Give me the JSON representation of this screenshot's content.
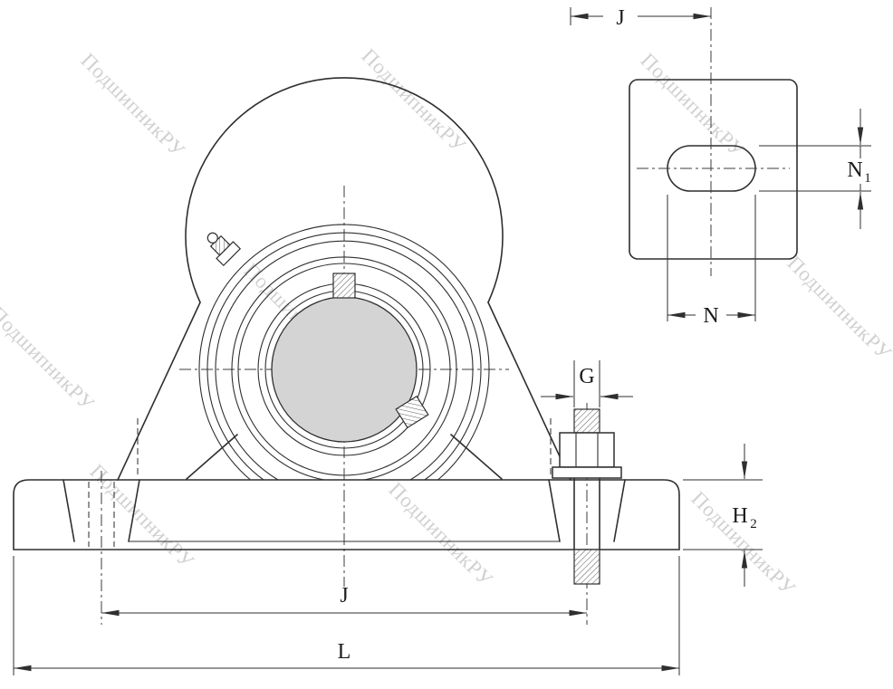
{
  "watermark": {
    "text": "ПодшипникРУ",
    "color": "#bfbfbf"
  },
  "labels": {
    "front": {
      "bolt_spacing": "J",
      "total_length": "L",
      "thread": "G",
      "height_base": "H",
      "height_sub": "2"
    },
    "top": {
      "offset": "J",
      "slot_width": "N",
      "slot_len_base": "N",
      "slot_len_sub": "1"
    }
  },
  "colors": {
    "line": "#2f2f2f",
    "bore_fill": "#d4d4d4",
    "watermark": "#bfbfbf",
    "background": "#ffffff"
  }
}
